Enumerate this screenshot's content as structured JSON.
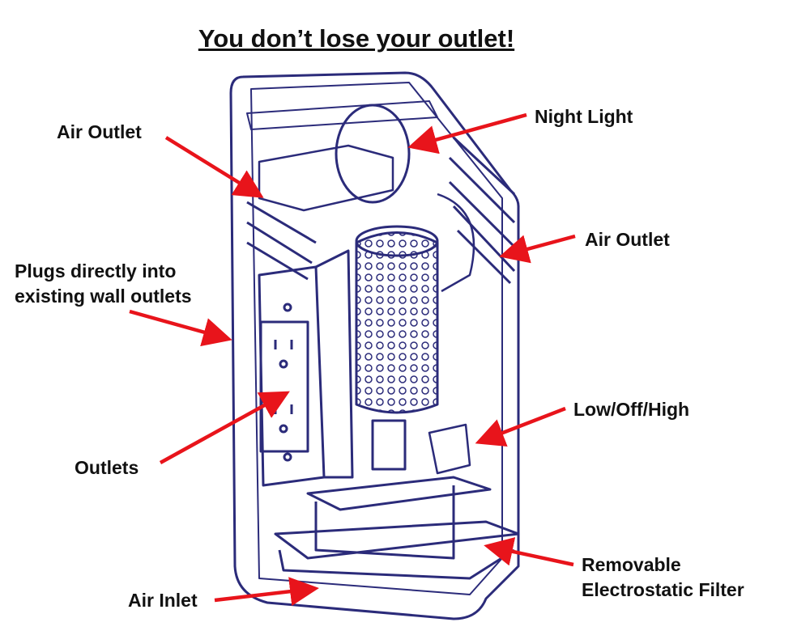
{
  "title": "You don’t lose your outlet!",
  "labels": {
    "air_outlet_left": "Air Outlet",
    "night_light": "Night Light",
    "air_outlet_right": "Air Outlet",
    "plugs_line1": "Plugs directly into",
    "plugs_line2": "existing wall outlets",
    "low_off_high": "Low/Off/High",
    "outlets": "Outlets",
    "filter_line1": "Removable",
    "filter_line2": "Electrostatic Filter",
    "air_inlet": "Air Inlet"
  },
  "colors": {
    "drawing": "#2b2b7a",
    "arrow": "#e8141b"
  }
}
